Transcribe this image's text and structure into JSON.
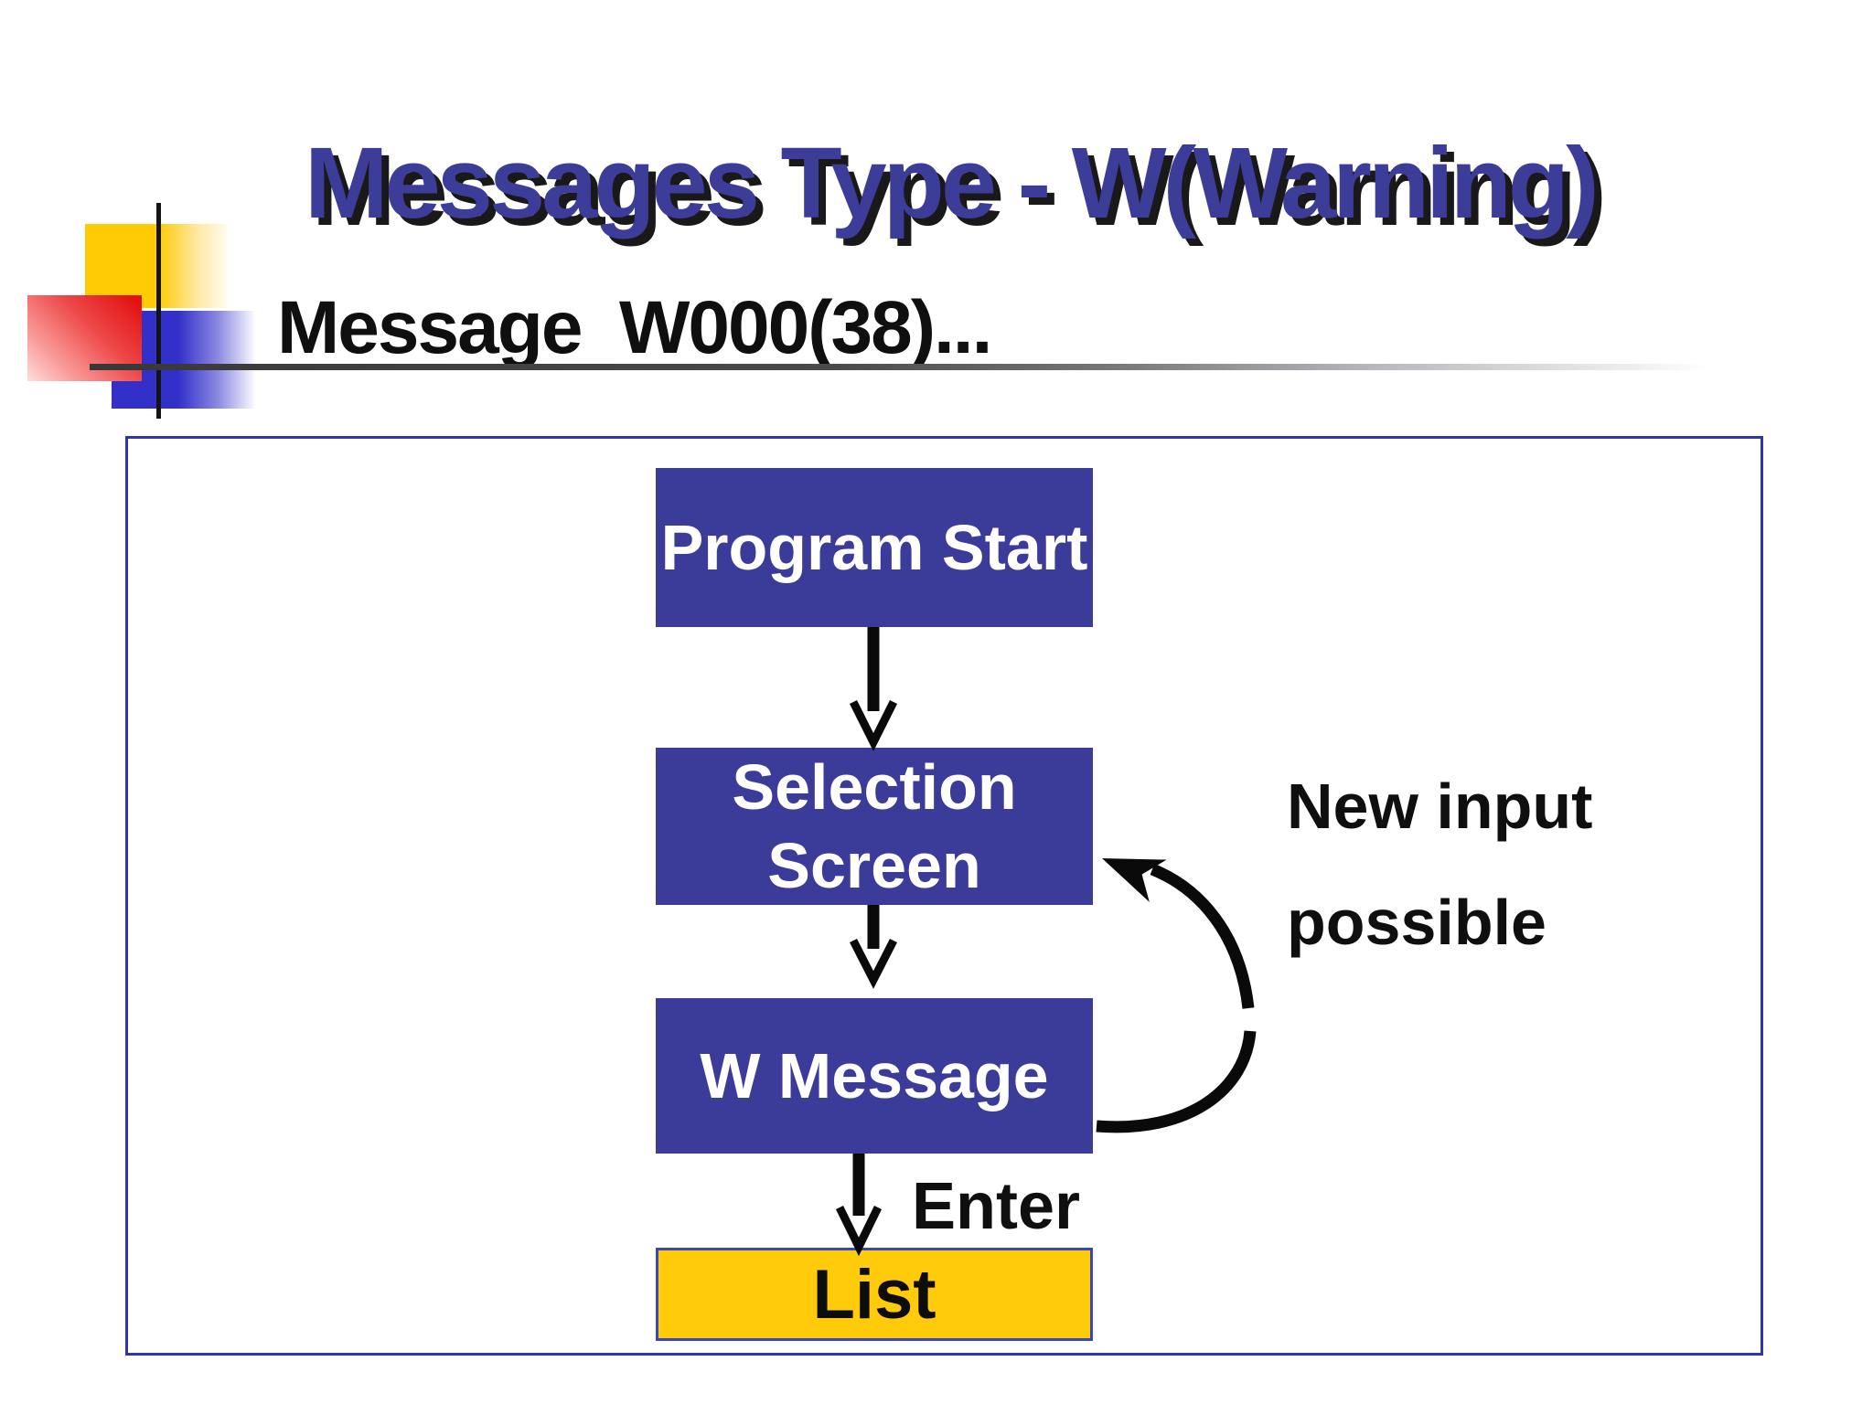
{
  "slide": {
    "title": "Messages Type - W(Warning)",
    "subtitle": "Message  W000(38)...",
    "colors": {
      "title_text": "#3C3C99",
      "node_fill": "#3B3B99",
      "node_text": "#FFFFFF",
      "list_fill": "#FFCB0A",
      "list_border": "#3946BC",
      "frame_border": "#3333B2",
      "arrow": "#0A0A0A",
      "decor_yellow": "#FFCB05",
      "decor_red": "#E31010",
      "decor_blue": "#3230C8"
    }
  },
  "flow": {
    "nodes": [
      {
        "id": "program-start",
        "label": "Program Start"
      },
      {
        "id": "selection-screen",
        "label": "Selection Screen",
        "line1": "Selection",
        "line2": "Screen"
      },
      {
        "id": "w-message",
        "label": "W Message"
      },
      {
        "id": "list",
        "label": "List"
      }
    ],
    "edges": [
      {
        "from": "program-start",
        "to": "selection-screen",
        "label": ""
      },
      {
        "from": "selection-screen",
        "to": "w-message",
        "label": ""
      },
      {
        "from": "w-message",
        "to": "list",
        "label": "Enter"
      },
      {
        "from": "w-message",
        "to": "selection-screen",
        "label": "New input possible",
        "style": "curved-loop"
      }
    ],
    "labels": {
      "enter": "Enter",
      "loop_line1": "New input",
      "loop_line2": "possible"
    }
  }
}
